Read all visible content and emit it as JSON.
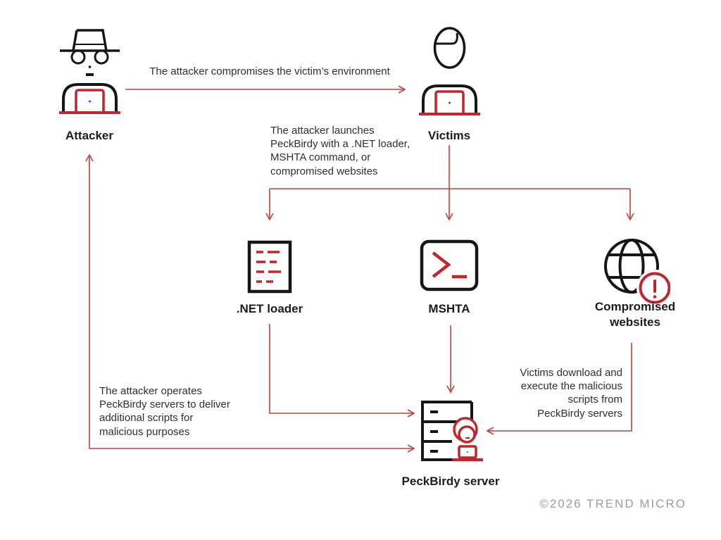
{
  "colors": {
    "icon_black": "#161616",
    "icon_red": "#c0262c",
    "arrow_red": "#c0423c",
    "text": "#2f2f2f",
    "muted_gray": "#9c9c9c"
  },
  "nodes": {
    "attacker": {
      "label": "Attacker",
      "icon": "attacker-icon"
    },
    "victims": {
      "label": "Victims",
      "icon": "victim-user-icon"
    },
    "net_loader": {
      "label": ".NET loader",
      "icon": "script-document-icon"
    },
    "mshta": {
      "label": "MSHTA",
      "icon": "terminal-prompt-icon"
    },
    "websites": {
      "label": "Compromised websites",
      "icon": "globe-alert-icon"
    },
    "server": {
      "label": "PeckBirdy server",
      "icon": "server-attacker-icon"
    }
  },
  "annotations": {
    "compromise": "The attacker compromises the victim’s environment",
    "launch": "The attacker launches\nPeckBirdy with a .NET loader,\nMSHTA command, or\ncompromised websites",
    "download": "Victims download and\nexecute the malicious\nscripts from\nPeckBirdy servers",
    "operate": "The attacker operates\nPeckBirdy servers to deliver\nadditional scripts for\nmalicious purposes"
  },
  "footer": {
    "copyright": "©2026 TREND MICRO"
  }
}
